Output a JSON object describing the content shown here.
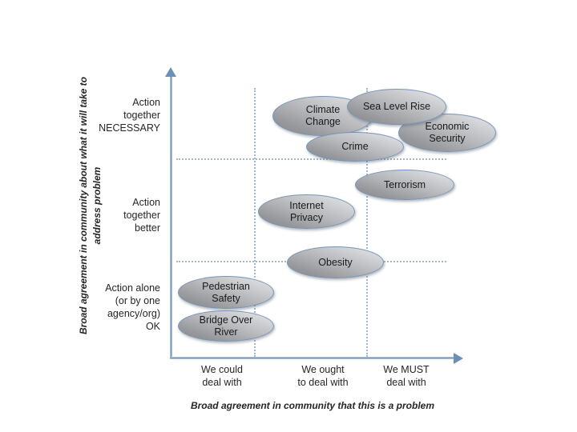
{
  "chart_data": {
    "type": "scatter",
    "title": "",
    "xlabel": "Broad agreement in community that this is a problem",
    "ylabel": "Broad agreement in community about what it will take to address problem",
    "xlim": [
      0,
      3
    ],
    "ylim": [
      0,
      3
    ],
    "grid": true,
    "legend": "none",
    "x_tick_labels": [
      "We could\ndeal with",
      "We ought\nto deal with",
      "We MUST\ndeal with"
    ],
    "y_tick_labels": [
      "Action together NECESSARY",
      "Action together better",
      "Action alone (or by one agency/org) OK"
    ],
    "points": [
      {
        "label": "Climate Change",
        "x": 1.45,
        "y": 2.72
      },
      {
        "label": "Sea Level Rise",
        "x": 2.05,
        "y": 2.82
      },
      {
        "label": "Economic Security",
        "x": 2.55,
        "y": 2.58
      },
      {
        "label": "Crime",
        "x": 1.8,
        "y": 2.4
      },
      {
        "label": "Terrorism",
        "x": 2.35,
        "y": 2.02
      },
      {
        "label": "Internet Privacy",
        "x": 1.25,
        "y": 1.68
      },
      {
        "label": "Obesity",
        "x": 1.55,
        "y": 1.08
      },
      {
        "label": "Pedestrian Safety",
        "x": 0.35,
        "y": 0.72
      },
      {
        "label": "Bridge Over River",
        "x": 0.35,
        "y": 0.38
      }
    ]
  },
  "axes": {
    "x_title": "Broad agreement in community that this is a problem",
    "y_title_line1": "Broad agreement in community about what it will take to address",
    "y_title_line2": "problem",
    "x_ticks": [
      {
        "line1": "We could",
        "line2": "deal with"
      },
      {
        "line1": "We ought",
        "line2": "to deal with"
      },
      {
        "line1": "We MUST",
        "line2": "deal with"
      }
    ],
    "y_ticks": [
      {
        "line1": "Action",
        "line2": "together",
        "line3": "NECESSARY",
        "line4": ""
      },
      {
        "line1": "Action",
        "line2": "together",
        "line3": "better",
        "line4": ""
      },
      {
        "line1": "Action alone",
        "line2": "(or by one",
        "line3": "agency/org)",
        "line4": "OK"
      }
    ]
  },
  "bubbles": [
    {
      "label_line1": "Climate",
      "label_line2": "Change"
    },
    {
      "label_line1": "Sea Level Rise",
      "label_line2": ""
    },
    {
      "label_line1": "Economic",
      "label_line2": "Security"
    },
    {
      "label_line1": "Crime",
      "label_line2": ""
    },
    {
      "label_line1": "Terrorism",
      "label_line2": ""
    },
    {
      "label_line1": "Internet",
      "label_line2": "Privacy"
    },
    {
      "label_line1": "Obesity",
      "label_line2": ""
    },
    {
      "label_line1": "Pedestrian",
      "label_line2": "Safety"
    },
    {
      "label_line1": "Bridge Over",
      "label_line2": "River"
    }
  ],
  "colors": {
    "axis": "#6b8fb5",
    "gridline": "#9fb6d0",
    "bubble_border": "#7794b8",
    "bubble_fill_light": "#e9eaec",
    "bubble_fill_dark": "#86878a",
    "text": "#262626",
    "background": "#ffffff"
  }
}
